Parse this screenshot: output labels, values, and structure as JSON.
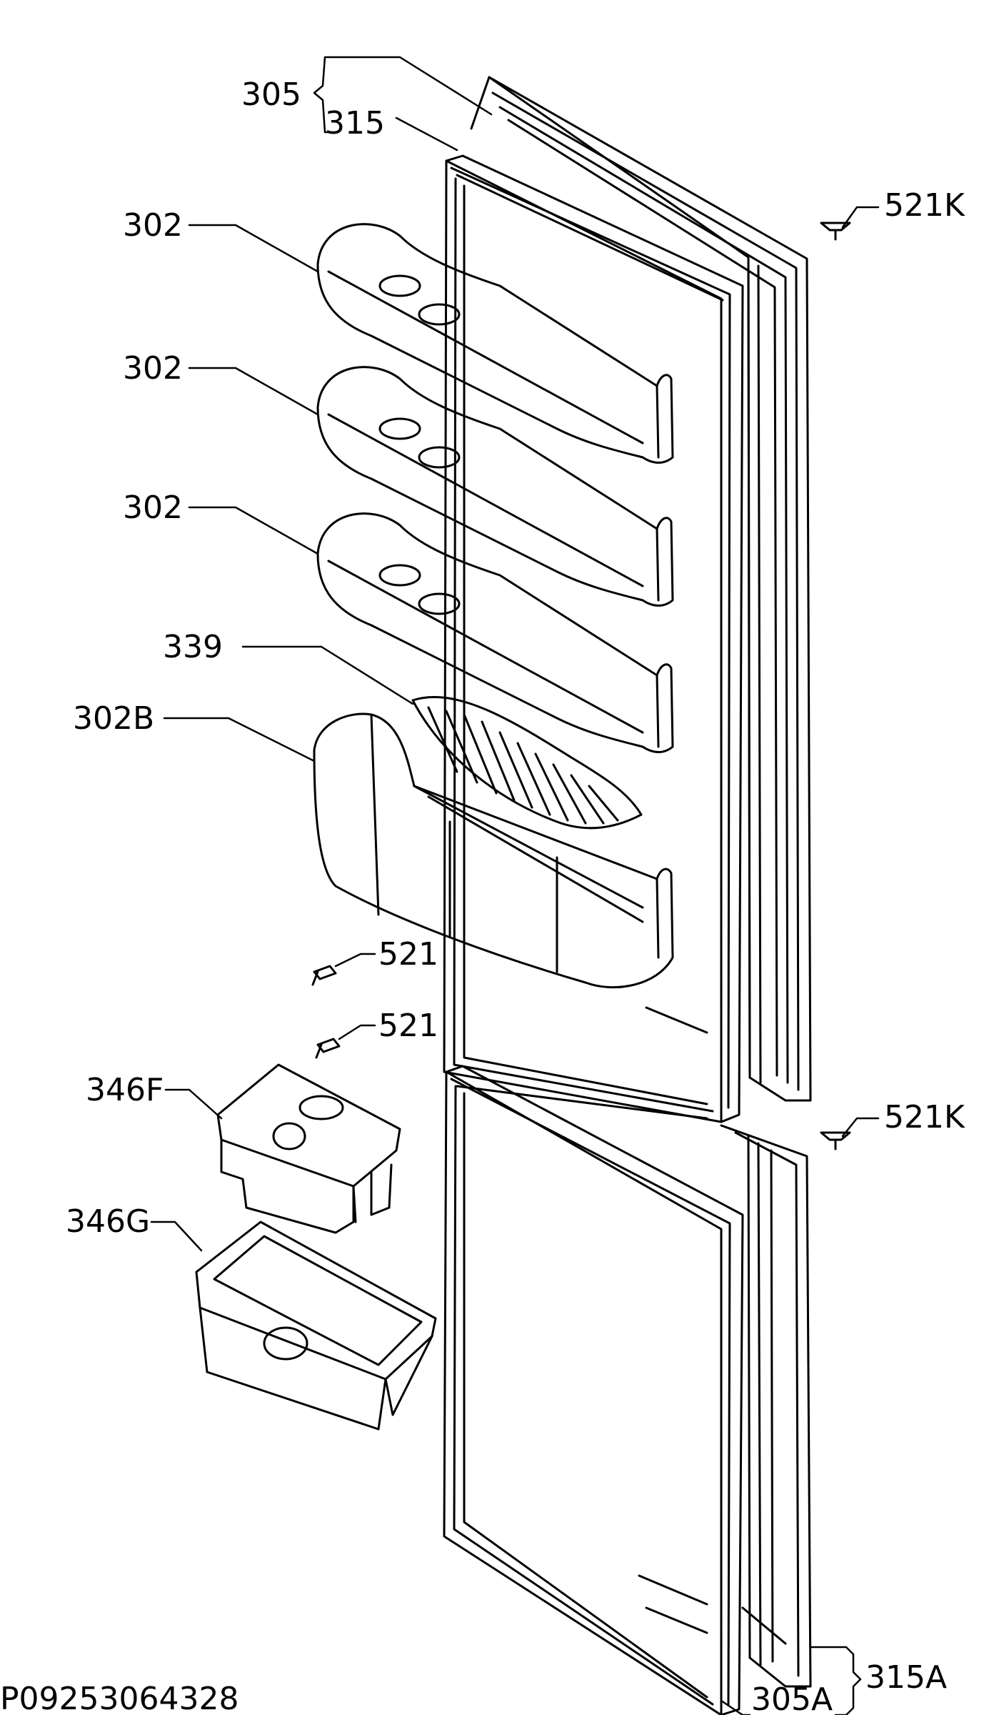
{
  "labels": {
    "p305": "305",
    "p315": "315",
    "p521k_top": "521K",
    "p302_a": "302",
    "p302_b": "302",
    "p302_c": "302",
    "p339": "339",
    "p302b": "302B",
    "p521_a": "521",
    "p521_b": "521",
    "p346f": "346F",
    "p521k_mid": "521K",
    "p346g": "346G",
    "p315a": "315A",
    "p305a": "305A"
  },
  "drawing_code": "P09253064328",
  "colors": {
    "ink": "#000000",
    "paper": "#ffffff"
  }
}
